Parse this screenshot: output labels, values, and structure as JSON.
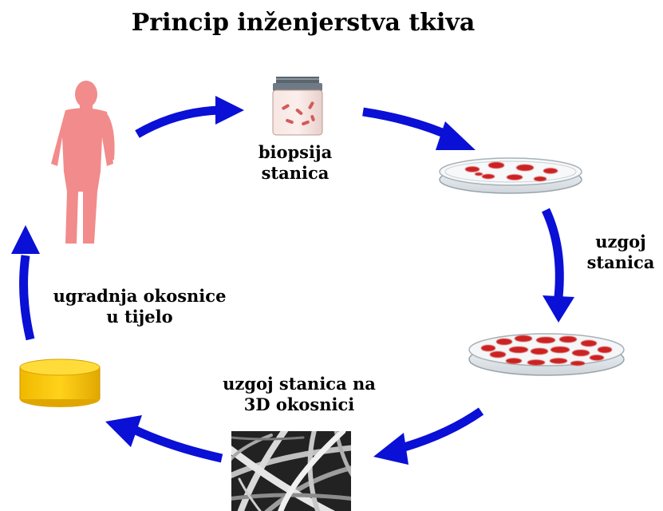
{
  "title": "Princip inženjerstva tkiva",
  "steps": {
    "biopsy": {
      "line1": "biopsija",
      "line2": "stanica"
    },
    "culture": {
      "line1": "uzgoj",
      "line2": "stanica"
    },
    "scaffold": {
      "line1": "uzgoj stanica na",
      "line2": "3D okosnici"
    },
    "implant": {
      "line1": "ugradnja okosnice",
      "line2": "u tijelo"
    }
  },
  "colors": {
    "arrow": "#0a10d6",
    "human": "#f28b8b",
    "cells": "#cc2020",
    "vial_cap": "#5b6570",
    "scaffold_disk": "#f5c400"
  },
  "icons": [
    "human-figure-icon",
    "vial-icon",
    "petri-dish-icon",
    "petri-dish-full-icon",
    "scaffold-sem-icon",
    "scaffold-disk-icon"
  ]
}
